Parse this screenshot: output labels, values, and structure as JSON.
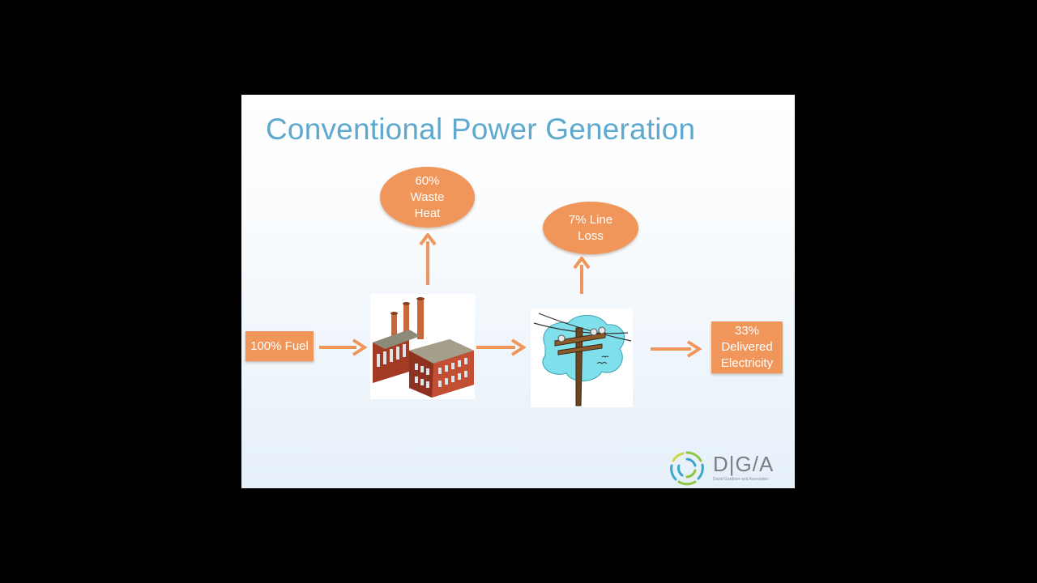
{
  "slide": {
    "title": "Conventional Power Generation"
  },
  "nodes": {
    "fuel_line1": "100% Fuel",
    "waste_heat_line1": "60%",
    "waste_heat_line2": "Waste",
    "waste_heat_line3": "Heat",
    "line_loss_line1": "7% Line",
    "line_loss_line2": "Loss",
    "delivered_line1": "33%",
    "delivered_line2": "Delivered",
    "delivered_line3": "Electricity"
  },
  "logo": {
    "text": "D|G/A",
    "subtitle": "David Gardiner and Associates"
  },
  "icons": {
    "factory": "factory-icon",
    "power_pole": "power-pole-icon",
    "logo_mark": "dga-logo-icon"
  },
  "colors": {
    "title": "#5fa9cf",
    "node_fill": "#f0965b",
    "arrow": "#f0965b",
    "background": "#000000"
  }
}
